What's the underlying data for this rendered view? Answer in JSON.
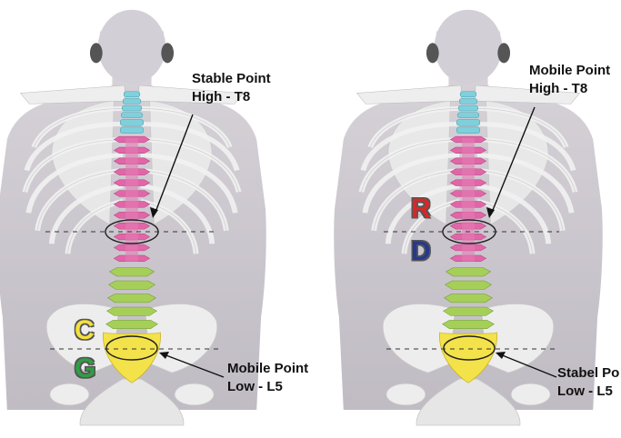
{
  "left_figure": {
    "top_callout": {
      "line1": "Stable Point",
      "line2": "High - T8"
    },
    "bottom_callout": {
      "line1": "Mobile Point",
      "line2": "Low - L5"
    },
    "letters": [
      {
        "text": "C",
        "color": "#f4e13c"
      },
      {
        "text": "G",
        "color": "#2e9e44"
      }
    ]
  },
  "right_figure": {
    "top_callout": {
      "line1": "Mobile Point",
      "line2": "High - T8"
    },
    "bottom_callout": {
      "line1": "Stabel Po",
      "line2": "Low - L5"
    },
    "letters": [
      {
        "text": "R",
        "color": "#d62828"
      },
      {
        "text": "D",
        "color": "#253a8e"
      }
    ]
  },
  "colors": {
    "cervical": "#7fd0dc",
    "thoracic": "#e066a8",
    "lumbar": "#a6cf5a",
    "sacrum": "#f3e24a",
    "body": "#c9c5cb",
    "bone": "#ececec"
  }
}
